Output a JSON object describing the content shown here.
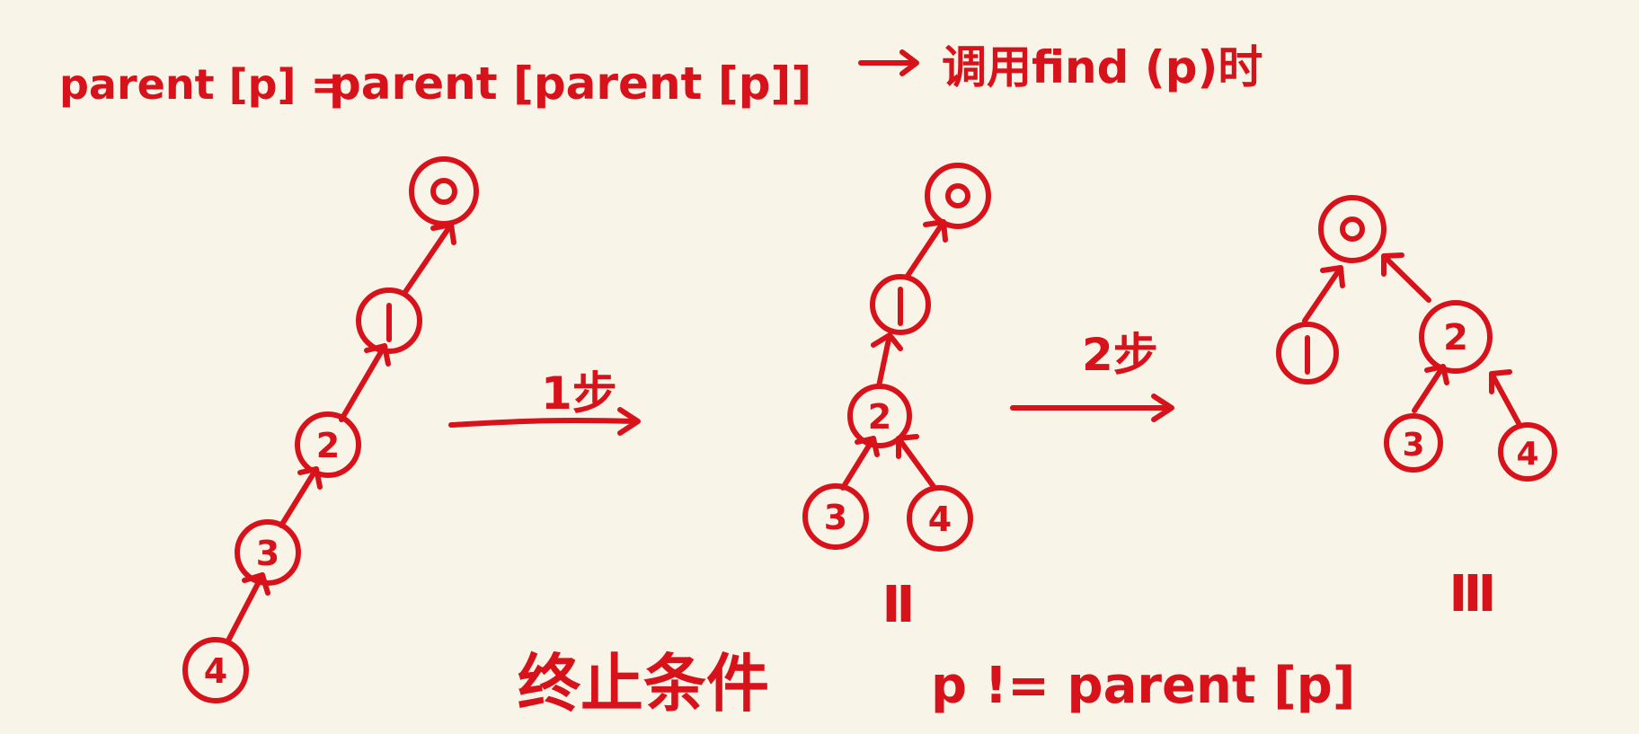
{
  "formula": {
    "lhs": "parent [p] =",
    "rhs": "parent [parent [p]]",
    "note": "调用find (p)时"
  },
  "steps": {
    "step1": "1步",
    "step2": "2步"
  },
  "stage_labels": {
    "stage2": "Ⅱ",
    "stage3": "Ⅲ"
  },
  "termination": {
    "label": "终止条件",
    "condition": "p != parent [p]"
  },
  "trees": {
    "stage1": [
      "0",
      "1",
      "2",
      "3",
      "4"
    ],
    "stage2": [
      "0",
      "1",
      "2",
      "3",
      "4"
    ],
    "stage3": [
      "0",
      "1",
      "2",
      "3",
      "4"
    ]
  },
  "colors": {
    "ink": "#d8121b",
    "paper": "#f8f4e8"
  }
}
